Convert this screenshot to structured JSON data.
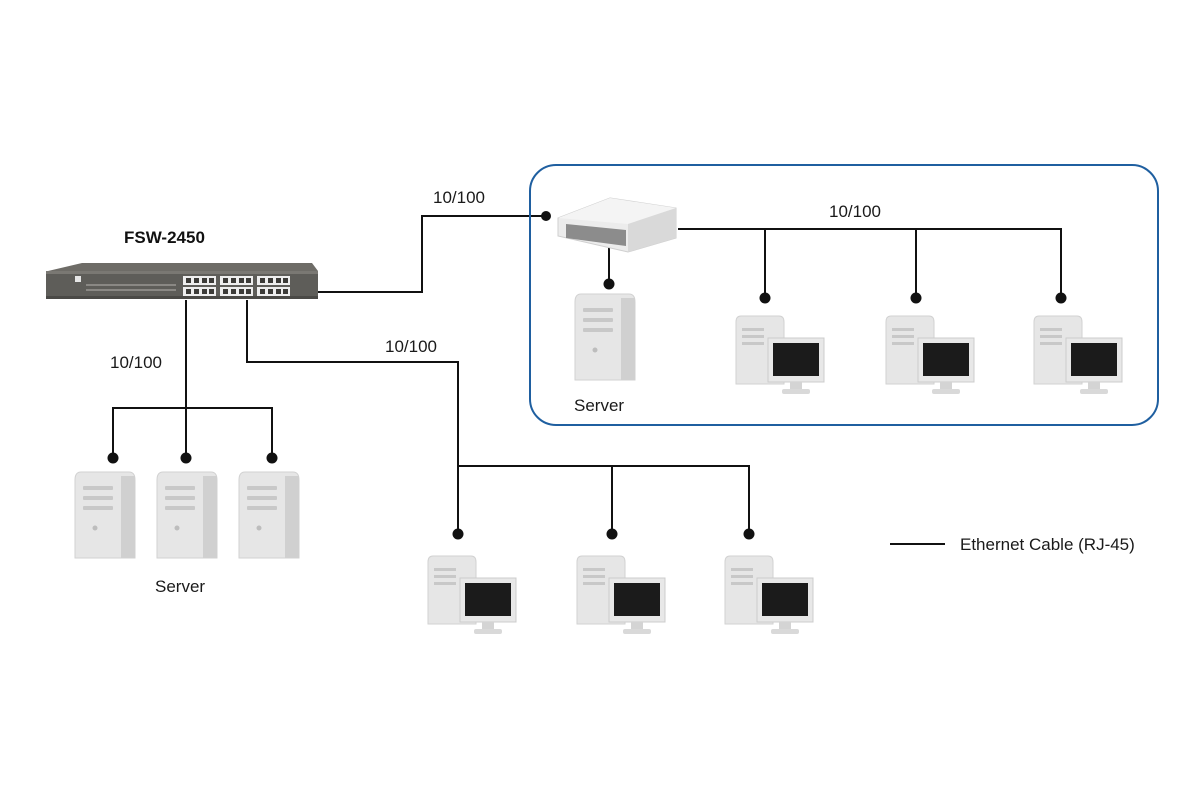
{
  "diagram": {
    "switch_label": "FSW-2450",
    "speed_labels": [
      "10/100",
      "10/100",
      "10/100",
      "10/100"
    ],
    "server_labels": [
      "Server",
      "Server"
    ],
    "legend": {
      "label": "Ethernet Cable (RJ-45)"
    },
    "colors": {
      "cable": "#111111",
      "group_border": "#1f5fa0",
      "device_body": "#e6e6e6",
      "device_shade": "#cfcfcf",
      "screen": "#1b1b1b",
      "switch_body": "#5e5d59"
    },
    "icons": [
      "network-switch-icon",
      "hub-icon",
      "server-tower-icon",
      "desktop-pc-icon"
    ]
  }
}
